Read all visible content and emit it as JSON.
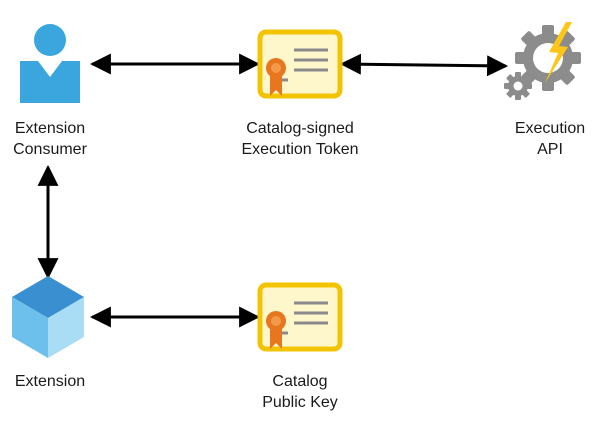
{
  "colors": {
    "person": "#3aa6dd",
    "person_dark": "#2b8ec4",
    "cube_top": "#3a8fd0",
    "cube_left": "#6ec0ec",
    "cube_right": "#a9dcf5",
    "certificate_border": "#f2c300",
    "certificate_fill": "#fff7cc",
    "certificate_lines": "#8a8a8a",
    "seal": "#e8761f",
    "gear": "#8c8c8c",
    "bolt": "#ffc61a",
    "arrow": "#000000"
  },
  "nodes": {
    "consumer": {
      "icon": "user-icon",
      "line1": "Extension",
      "line2": "Consumer"
    },
    "token": {
      "icon": "certificate-icon",
      "line1": "Catalog-signed",
      "line2": "Execution Token"
    },
    "api": {
      "icon": "gear-lightning-icon",
      "line1": "Execution",
      "line2": "API"
    },
    "extension": {
      "icon": "cube-icon",
      "line1": "Extension",
      "line2": ""
    },
    "publickey": {
      "icon": "certificate-icon",
      "line1": "Catalog",
      "line2": "Public Key"
    }
  },
  "edges": [
    {
      "from": "consumer",
      "to": "token",
      "direction": "both"
    },
    {
      "from": "token",
      "to": "api",
      "direction": "both"
    },
    {
      "from": "consumer",
      "to": "extension",
      "direction": "both"
    },
    {
      "from": "extension",
      "to": "publickey",
      "direction": "both"
    }
  ]
}
